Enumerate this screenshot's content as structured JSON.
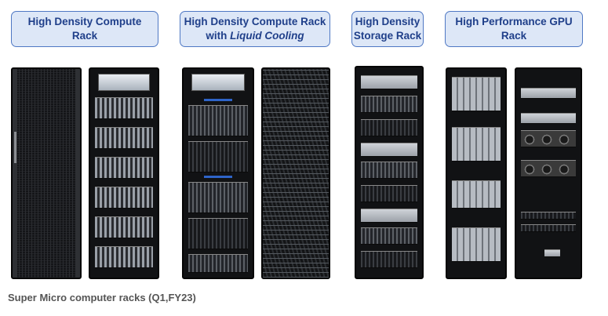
{
  "labels": {
    "compute": {
      "line1": "High Density Compute",
      "line2": "Rack"
    },
    "liquid": {
      "line1": "High Density Compute Rack",
      "line2_prefix": "with ",
      "line2_em": "Liquid Cooling"
    },
    "storage": {
      "line1": "High Density",
      "line2": "Storage Rack"
    },
    "gpu": {
      "line1": "High Performance GPU",
      "line2": "Rack"
    }
  },
  "caption": "Super Micro computer racks (Q1,FY23)",
  "colors": {
    "label_bg": "#dde7f7",
    "label_border": "#4f78c4",
    "label_text": "#1f3f8a",
    "caption": "#555555"
  }
}
